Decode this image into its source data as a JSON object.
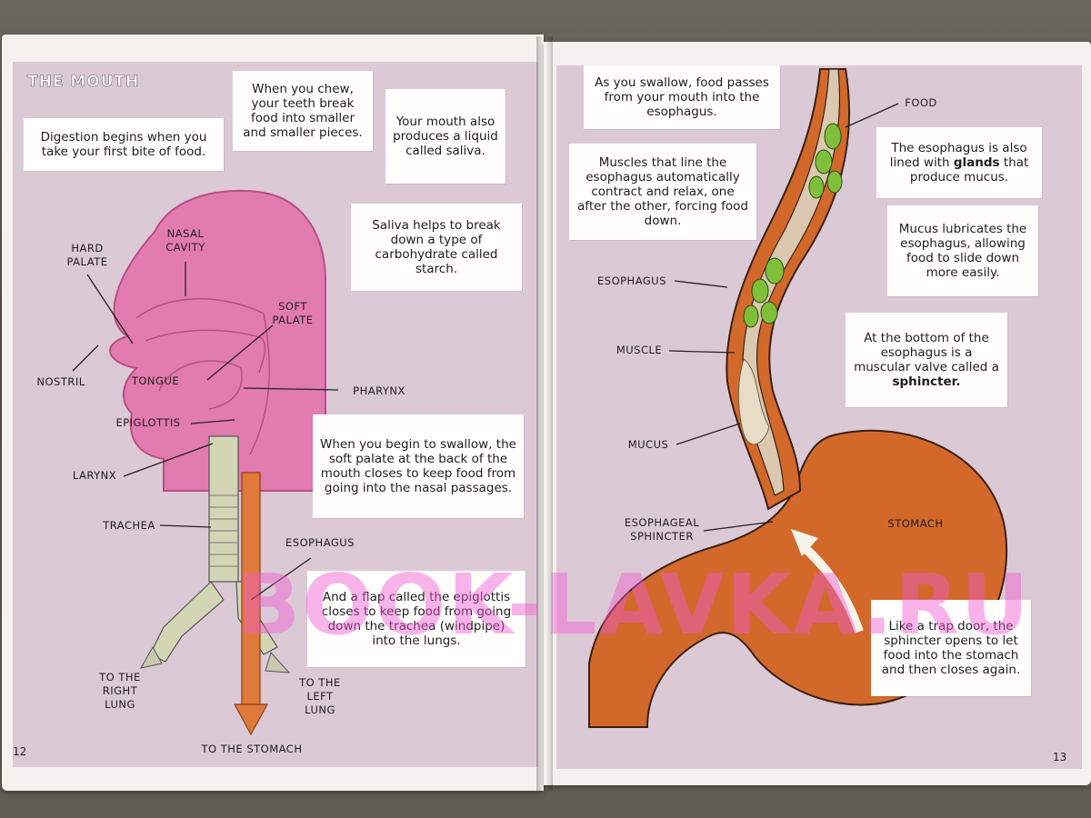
{
  "left_page": {
    "title": "THE MOUTH",
    "page_number": "12",
    "boxes": {
      "digestion": "Digestion begins when you take your first bite of food.",
      "chew": "When you chew, your teeth break food into smaller and smaller pieces.",
      "saliva": "Your mouth also produces a liquid called saliva.",
      "starch": "Saliva helps to break down a type of carbohydrate called starch.",
      "swallow": "When you begin to swallow, the soft palate at the back of the mouth closes to keep food from going into the nasal passages.",
      "epiglottis_flap": "And a flap called the epiglottis closes to keep food from going down the trachea (windpipe) into the lungs."
    },
    "labels": {
      "hard_palate": "HARD\nPALATE",
      "nasal_cavity": "NASAL\nCAVITY",
      "soft_palate": "SOFT\nPALATE",
      "nostril": "NOSTRIL",
      "tongue": "TONGUE",
      "pharynx": "PHARYNX",
      "epiglottis": "EPIGLOTTIS",
      "larynx": "LARYNX",
      "trachea": "TRACHEA",
      "esophagus": "ESOPHAGUS",
      "right_lung": "TO THE\nRIGHT\nLUNG",
      "left_lung": "TO THE\nLEFT\nLUNG",
      "to_stomach": "TO THE STOMACH"
    }
  },
  "right_page": {
    "page_number": "13",
    "boxes": {
      "swallow_food": "As you swallow, food passes from your mouth into the esophagus.",
      "muscles": "Muscles that line the esophagus automatically contract and relax, one after the other, forcing food down.",
      "glands_before": "The esophagus is also lined with ",
      "glands_bold": "glands",
      "glands_after": " that produce mucus.",
      "mucus_lubricates": "Mucus lubricates the esophagus, allowing food to slide down more easily.",
      "sphincter_before": "At the bottom of the esophagus is a muscular valve called a ",
      "sphincter_bold": "sphincter.",
      "trap_door": "Like a trap door, the sphincter opens to let food into the stomach and then closes again."
    },
    "labels": {
      "food": "FOOD",
      "esophagus": "ESOPHAGUS",
      "muscle": "MUSCLE",
      "mucus": "MUCUS",
      "esophageal_sphincter": "ESOPHAGEAL\nSPHINCTER",
      "stomach": "STOMACH"
    }
  },
  "watermark": "BOOK-LAVKA.RU",
  "colors": {
    "panel": "#dcc9d6",
    "head": "#e27bb0",
    "esophagus": "#d26a2c",
    "food": "#7fbf3a",
    "trachea": "#d3d6b4"
  }
}
